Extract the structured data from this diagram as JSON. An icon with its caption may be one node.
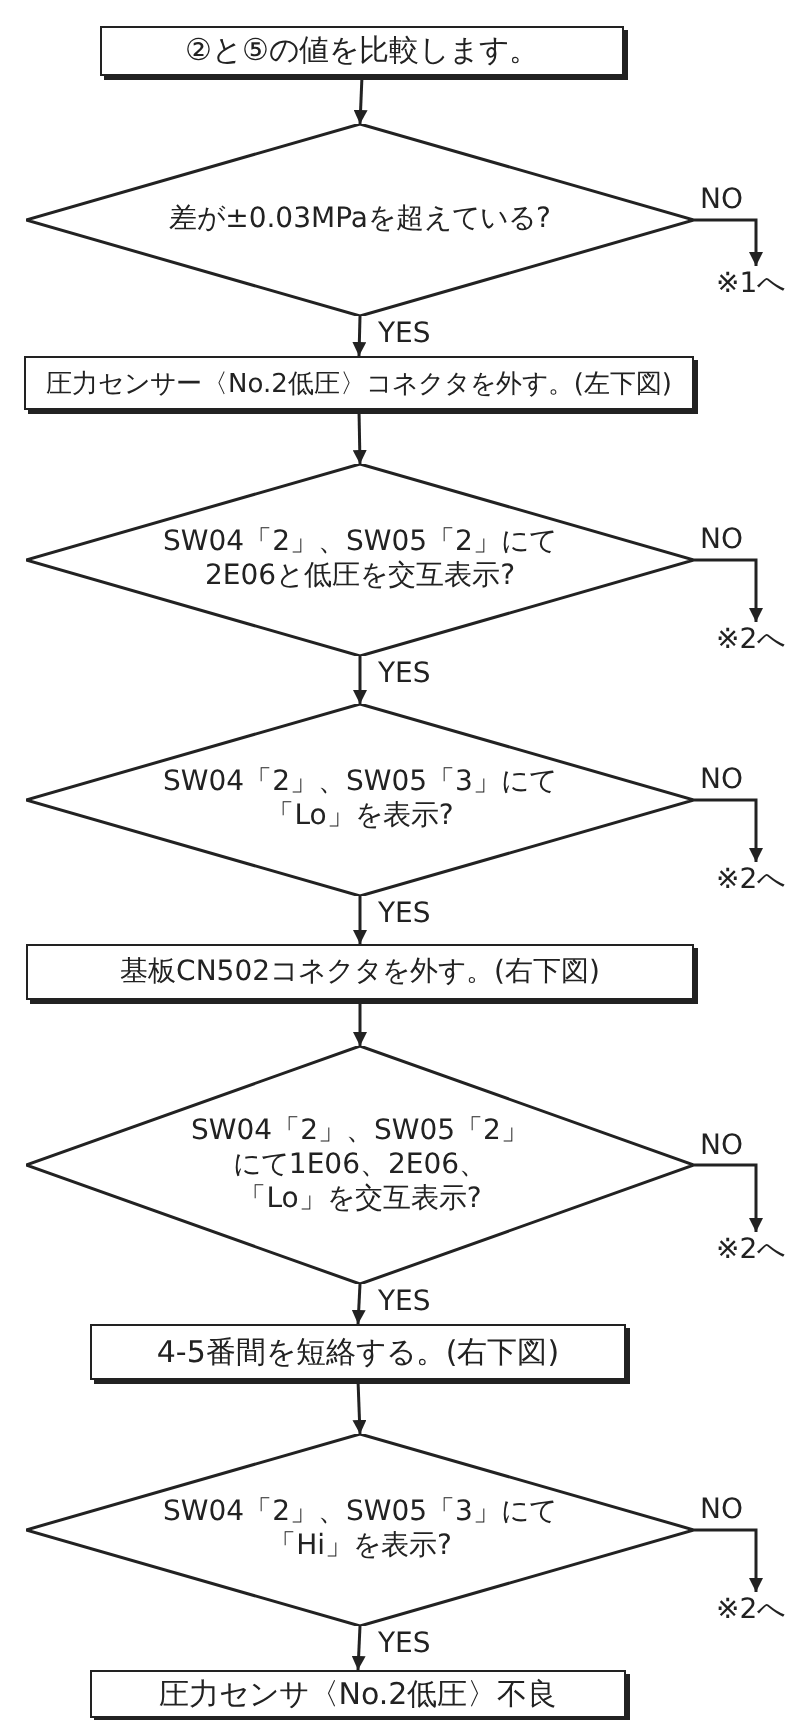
{
  "diagram": {
    "nodes": [
      {
        "text": [
          "②と⑤の値を比較します。"
        ]
      },
      {
        "text": [
          "差が±0.03MPaを超えている?"
        ]
      },
      {
        "text": [
          "※1へ"
        ]
      },
      {
        "text": [
          "圧力センサー〈No.2低圧〉コネクタを外す。(左下図)"
        ]
      },
      {
        "text": [
          "SW04「2」、SW05「2」にて2E06と低圧を交互表示?"
        ]
      },
      {
        "text": [
          "※2へ"
        ]
      },
      {
        "text": [
          "SW04「2」、SW05「3」にて「Lo」を表示?"
        ]
      },
      {
        "text": [
          "※2へ"
        ]
      },
      {
        "text": [
          "基板CN502コネクタを外す。(右下図)"
        ]
      },
      {
        "text": [
          "SW04「2」、SW05「2」にて1E06、2E06、「Lo」を交互表示?"
        ]
      },
      {
        "text": [
          "※2へ"
        ]
      },
      {
        "text": [
          "4-5番間を短絡する。(右下図)"
        ]
      },
      {
        "text": [
          "SW04「2」、SW05「3」にて「Hi」を表示?"
        ]
      },
      {
        "text": [
          "※2へ"
        ]
      },
      {
        "text": [
          "圧力センサ〈No.2低圧〉不良"
        ]
      }
    ],
    "edges": [
      {
        "from": 0,
        "to": 1,
        "arrow": "to"
      },
      {
        "from": 1,
        "to": 2,
        "arrow": "to",
        "label": "NO"
      },
      {
        "from": 1,
        "to": 3,
        "arrow": "to",
        "label": "YES"
      },
      {
        "from": 3,
        "to": 4,
        "arrow": "to"
      },
      {
        "from": 4,
        "to": 5,
        "arrow": "to",
        "label": "NO"
      },
      {
        "from": 4,
        "to": 6,
        "arrow": "to",
        "label": "YES"
      },
      {
        "from": 6,
        "to": 7,
        "arrow": "to",
        "label": "NO"
      },
      {
        "from": 6,
        "to": 8,
        "arrow": "to",
        "label": "YES"
      },
      {
        "from": 8,
        "to": 9,
        "arrow": "to"
      },
      {
        "from": 9,
        "to": 10,
        "arrow": "to",
        "label": "NO"
      },
      {
        "from": 9,
        "to": 11,
        "arrow": "to",
        "label": "YES"
      },
      {
        "from": 11,
        "to": 12,
        "arrow": "to"
      },
      {
        "from": 12,
        "to": 13,
        "arrow": "to",
        "label": "NO"
      },
      {
        "from": 12,
        "to": 14,
        "arrow": "to",
        "label": "YES"
      }
    ]
  }
}
